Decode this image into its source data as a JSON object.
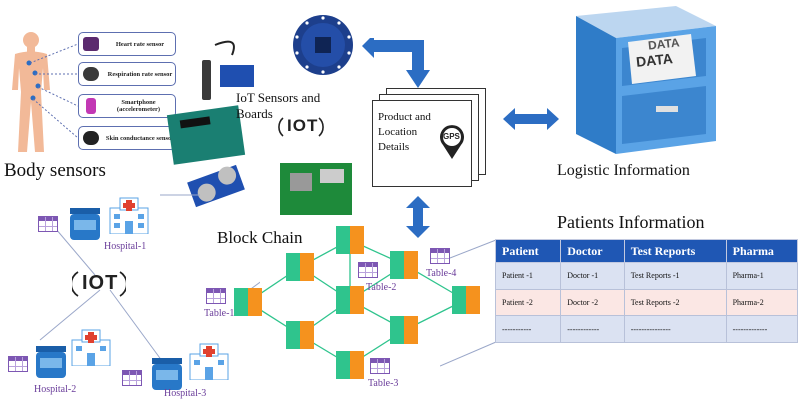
{
  "body_sensors": {
    "title": "Body sensors",
    "sensors": [
      {
        "label": "Heart rate sensor",
        "icon": "heart-rate-sensor-icon"
      },
      {
        "label": "Respiration rate sensor",
        "icon": "respiration-sensor-icon"
      },
      {
        "label": "Smartphone (accelerometer)",
        "icon": "smartphone-icon"
      },
      {
        "label": "Skin conductance sensor",
        "icon": "skin-sensor-icon"
      }
    ]
  },
  "iot_sensors": {
    "label_line1": "IoT Sensors and",
    "label_line2": "Boards"
  },
  "product_doc": {
    "line1": "Product and",
    "line2": "Location",
    "line3": "Details",
    "gps": "GPS"
  },
  "logistic": {
    "title": "Logistic  Information",
    "cabinet_text1": "DATA",
    "cabinet_text2": "DATA"
  },
  "block_chain": {
    "title": "Block Chain"
  },
  "hospitals": [
    "Hospital-1",
    "Hospital-2",
    "Hospital-3"
  ],
  "tables": [
    "Table-1",
    "Table-2",
    "Table-3",
    "Table-4"
  ],
  "patients_info": {
    "title": "Patients  Information",
    "headers": [
      "Patient",
      "Doctor",
      "Test Reports",
      "Pharma"
    ],
    "rows": [
      [
        "Patient  -1",
        "Doctor -1",
        "Test Reports -1",
        "Pharma-1"
      ],
      [
        "Patient  -2",
        "Doctor -2",
        "Test Reports -2",
        "Pharma-2"
      ],
      [
        "-----------",
        "------------",
        "---------------",
        "-------------"
      ]
    ]
  },
  "iot_logo_text": "IOT",
  "colors": {
    "cube_green": "#2fc48d",
    "cube_orange": "#f5921e",
    "arrow_blue": "#2c6dc3",
    "table_header": "#1f57b4",
    "hospital_text": "#6a3d9a"
  }
}
